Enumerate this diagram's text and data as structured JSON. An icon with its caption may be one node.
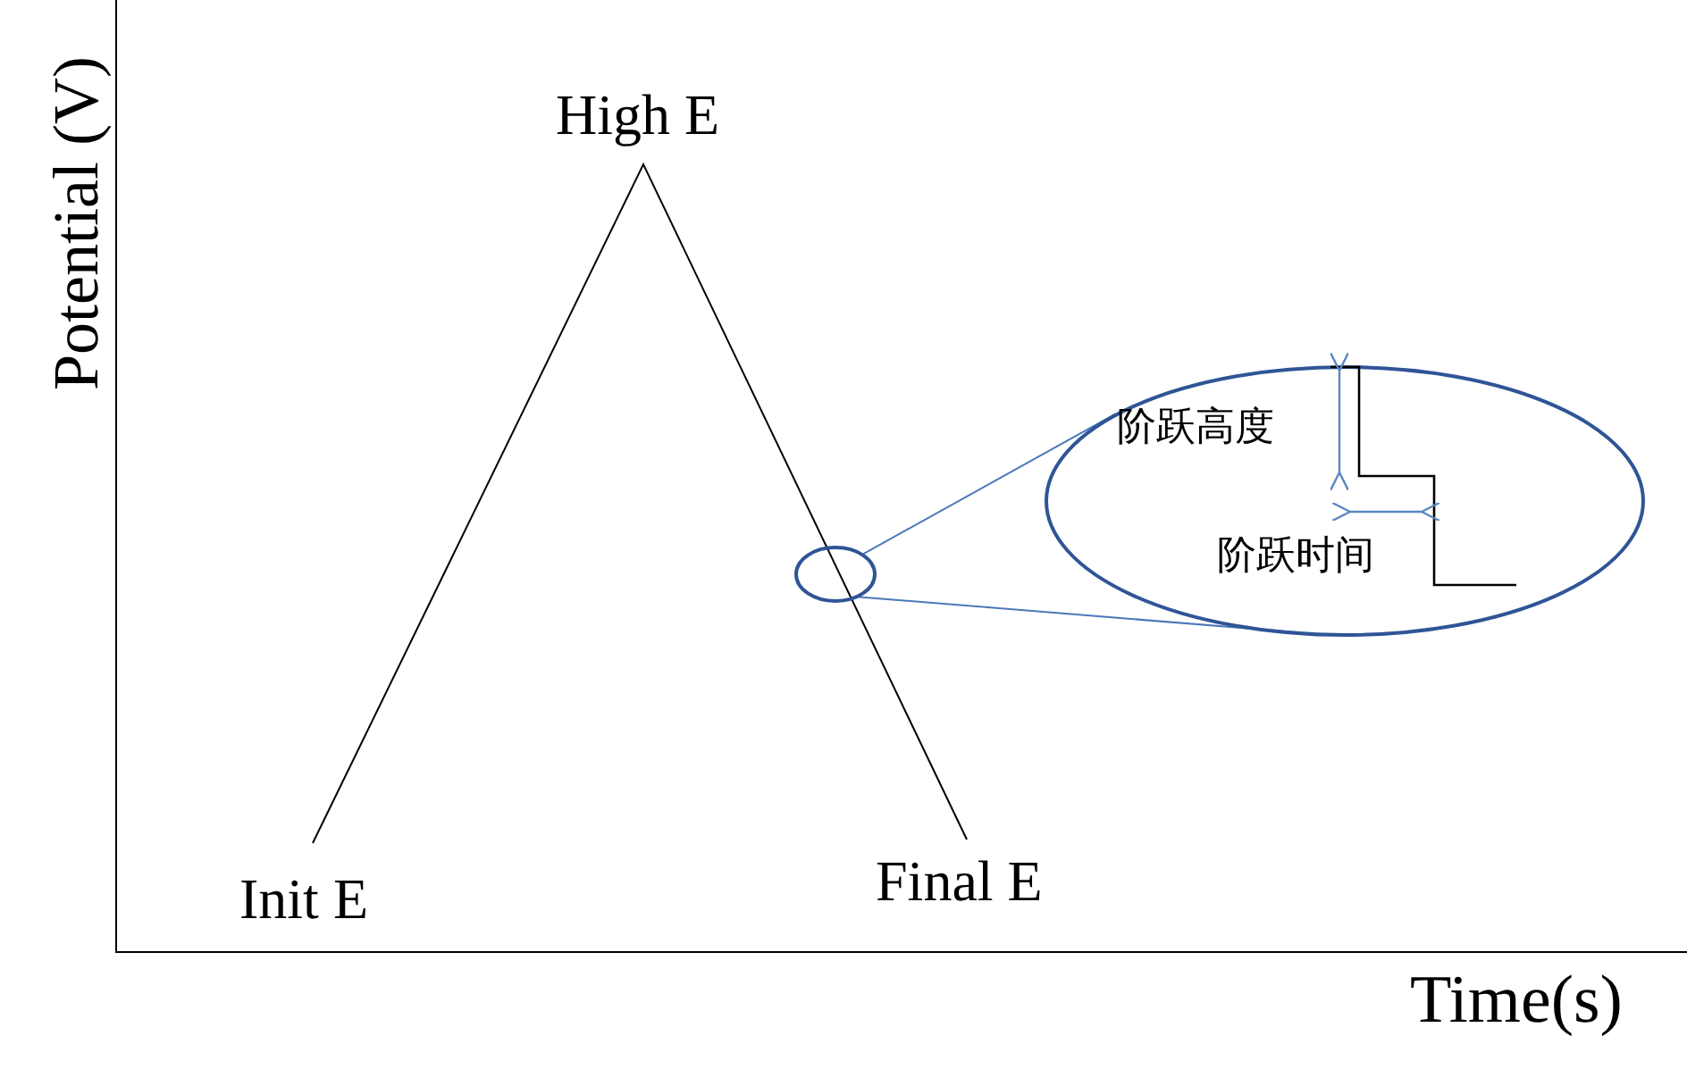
{
  "diagram": {
    "nodes": [
      {
        "text": [],
        "shape": "ellipse"
      },
      {
        "text": [
          "阶跃高度",
          "阶跃时间"
        ]
      }
    ],
    "edges": [
      {
        "from": 0,
        "to": 1,
        "arrow": "none",
        "color": "#4a78b8"
      },
      {
        "from": 0,
        "to": 1,
        "arrow": "none",
        "color": "#4a78b8"
      }
    ],
    "labels": [
      "High E",
      "Potential (V)",
      "Init E",
      "Final E",
      "Time(s)"
    ]
  }
}
